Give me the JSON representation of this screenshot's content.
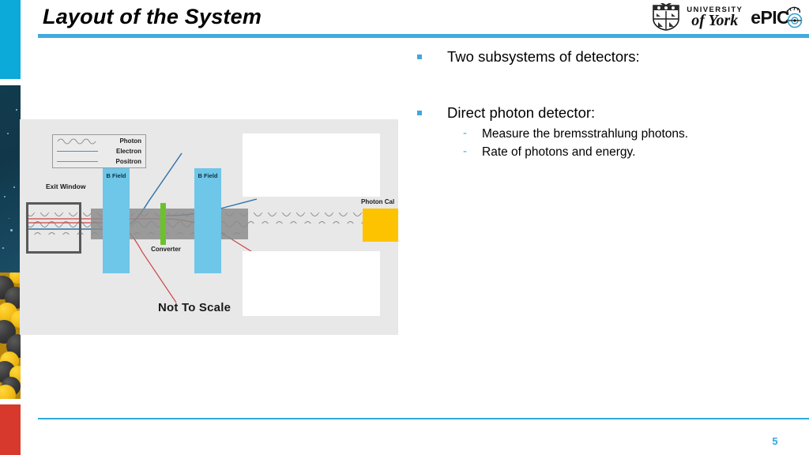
{
  "slide": {
    "title": "Layout of the System",
    "page_number": "5",
    "accent_color": "#41AADE",
    "footer_line_color": "#2CAADE"
  },
  "logos": {
    "university_top": "UNIVERSITY",
    "university_bottom": "of York",
    "crest_name": "university-crest",
    "epic_word": "ePIC"
  },
  "content": {
    "bullets": [
      {
        "text": "Two subsystems of detectors:",
        "subs": []
      },
      {
        "text": "Direct photon detector:",
        "subs": [
          "Measure the bremsstrahlung photons.",
          "Rate of photons and energy."
        ]
      }
    ]
  },
  "diagram": {
    "legend": {
      "items": [
        {
          "label": "Photon",
          "style": "wave",
          "color": "#8c8c8c"
        },
        {
          "label": "Electron",
          "style": "line",
          "color": "#4a8fc4"
        },
        {
          "label": "Positron",
          "style": "line",
          "color": "#d86a6a"
        }
      ]
    },
    "labels": {
      "exit_window": "Exit Window",
      "b_field_1": "B Field",
      "b_field_2": "B Field",
      "converter": "Converter",
      "photon_cal": "Photon Cal",
      "not_to_scale": "Not To Scale"
    },
    "colors": {
      "background": "#e8e8e8",
      "b_field": "#6EC6E8",
      "beam_pipe": "#8c8c8c",
      "converter": "#6cc22c",
      "photon_cal": "#FDC300",
      "exit_window_border": "#595959"
    }
  },
  "sidebar": {
    "bands": [
      {
        "name": "cyan-band",
        "color": "#0BAAD8"
      },
      {
        "name": "navy-star-band",
        "color": "#123b4e"
      },
      {
        "name": "nucleus-band",
        "color": "#b8860b"
      },
      {
        "name": "red-band",
        "color": "#d7392c"
      }
    ]
  }
}
